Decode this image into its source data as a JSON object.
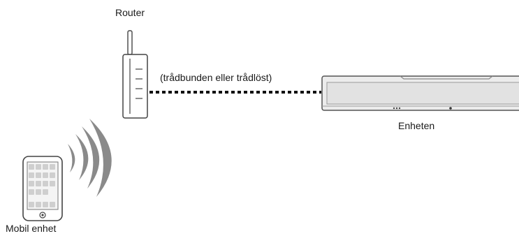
{
  "labels": {
    "router": "Router",
    "connection": "(trådbunden eller trådlöst)",
    "device": "Enheten",
    "mobile": "Mobil enhet"
  },
  "icons": {
    "router": "router-icon",
    "wifi": "wifi-signal-icon",
    "mobile": "smartphone-icon",
    "device": "soundbar-icon"
  },
  "colors": {
    "outline": "#444444",
    "device_fill": "#e9e9e9",
    "wifi_arc": "#8a8a8a",
    "phone_tile": "#cfcfcf"
  }
}
